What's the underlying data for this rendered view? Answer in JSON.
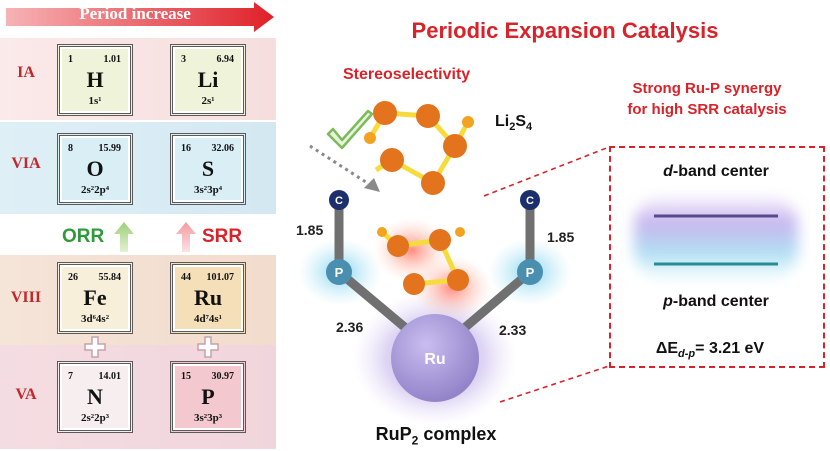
{
  "left_panel": {
    "period_label": "Period increase",
    "groups": [
      "IA",
      "VIA",
      "VIII",
      "VA"
    ],
    "elements": [
      {
        "number": "1",
        "mass": "1.01",
        "symbol": "H",
        "config": "1s¹"
      },
      {
        "number": "3",
        "mass": "6.94",
        "symbol": "Li",
        "config": "2s¹"
      },
      {
        "number": "8",
        "mass": "15.99",
        "symbol": "O",
        "config": "2s²2p⁴"
      },
      {
        "number": "16",
        "mass": "32.06",
        "symbol": "S",
        "config": "3s²3p⁴"
      },
      {
        "number": "26",
        "mass": "55.84",
        "symbol": "Fe",
        "config": "3d⁶4s²"
      },
      {
        "number": "44",
        "mass": "101.07",
        "symbol": "Ru",
        "config": "4d⁷4s¹"
      },
      {
        "number": "7",
        "mass": "14.01",
        "symbol": "N",
        "config": "2s²2p³"
      },
      {
        "number": "15",
        "mass": "30.97",
        "symbol": "P",
        "config": "3s²3p³"
      }
    ],
    "orr_label": "ORR",
    "srr_label": "SRR",
    "plus_glyph": "+"
  },
  "title": "Periodic Expansion Catalysis",
  "stereo_label": "Stereoselectivity",
  "li2s4": {
    "main": "Li",
    "sub1": "2",
    "mid": "S",
    "sub2": "4"
  },
  "synergy_line1": "Strong Ru-P synergy",
  "synergy_line2": "for high SRR catalysis",
  "complex_label": {
    "main": "RuP",
    "sub": "2",
    "rest": " complex"
  },
  "atoms": {
    "c": "C",
    "p": "P",
    "ru": "Ru"
  },
  "bonds": {
    "c_p_left": "1.85",
    "c_p_right": "1.85",
    "ru_p_left": "2.36",
    "ru_p_right": "2.33"
  },
  "d_band": {
    "italic": "d",
    "rest": "-band center"
  },
  "p_band": {
    "italic": "p",
    "rest": "-band center"
  },
  "delta": {
    "prefix": "ΔE",
    "sub": "d-p",
    "value": "= 3.21 eV"
  },
  "colors": {
    "accent_red": "#d8232a",
    "orr_green": "#2f9a3a",
    "srr_red": "#d8232a",
    "ru_purple": "#a99bd6",
    "p_blue": "#4a8fb0",
    "c_navy": "#1c2e6b",
    "sulfur_orange": "#e3731d"
  }
}
